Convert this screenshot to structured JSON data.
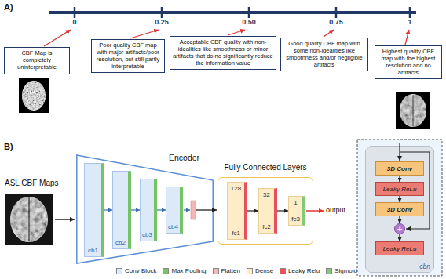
{
  "diagram": {
    "nodes": [
      {
        "text": [
          "CBF Map is completely uninterpretable"
        ]
      },
      {
        "text": [
          "Poor quality CBF map with major artifacts/poor resolution, but still partly interpretable"
        ]
      },
      {
        "text": [
          "Acceptable CBF quality with non-idealities like smoothness or minor artifacts that do no significantly reduce the information value"
        ]
      },
      {
        "text": [
          "Good quality CBF map with some non-idealities like smoothness and/or negligible artifacts"
        ]
      },
      {
        "text": [
          "Highest quality CBF map with the highest resolution and no artifacts"
        ]
      },
      {
        "text": [
          "Encoder"
        ]
      },
      {
        "text": [
          "cb1"
        ],
        "in": 5
      },
      {
        "text": [
          "cb2"
        ],
        "in": 5
      },
      {
        "text": [
          "cb3"
        ],
        "in": 5
      },
      {
        "text": [
          "cb4"
        ],
        "in": 5
      },
      {
        "text": [
          "Fully Connected Layers"
        ]
      },
      {
        "text": [
          "128",
          "fc1"
        ],
        "in": 10
      },
      {
        "text": [
          "32",
          "fc2"
        ],
        "in": 10
      },
      {
        "text": [
          "1",
          "fc3"
        ],
        "in": 10
      },
      {
        "text": [
          "cbn"
        ]
      },
      {
        "text": [
          "3D Conv"
        ],
        "in": 14
      },
      {
        "text": [
          "Leaky ReLu"
        ],
        "in": 14
      },
      {
        "text": [
          "3D Conv"
        ],
        "in": 14
      },
      {
        "text": [
          "+"
        ],
        "in": 14
      },
      {
        "text": [
          "Leaky ReLu"
        ],
        "in": 14
      }
    ],
    "edges": [
      {
        "from": 6,
        "to": 7,
        "arrow": "to"
      },
      {
        "from": 7,
        "to": 8,
        "arrow": "to"
      },
      {
        "from": 8,
        "to": 9,
        "arrow": "to"
      },
      {
        "from": 11,
        "to": 12,
        "arrow": "to"
      },
      {
        "from": 12,
        "to": 13,
        "arrow": "to"
      },
      {
        "from": 15,
        "to": 16,
        "arrow": "to"
      },
      {
        "from": 16,
        "to": 17,
        "arrow": "to"
      },
      {
        "from": 17,
        "to": 18,
        "arrow": "to"
      },
      {
        "from": 18,
        "to": 19,
        "arrow": "to"
      }
    ],
    "labels": [
      "A)",
      "0",
      "0.25",
      "0.50",
      "0.75",
      "1",
      "B)",
      "ASL CBF Maps",
      "output"
    ],
    "legend": [
      {
        "text": "Conv Block",
        "color": "#dce9f8"
      },
      {
        "text": "Max Pooling",
        "color": "#74c365"
      },
      {
        "text": "Flatten",
        "color": "#f4b6b6"
      },
      {
        "text": "Dense",
        "color": "#fdecc8"
      },
      {
        "text": "Leaky Relu",
        "color": "#e8505b"
      },
      {
        "text": "Sigmoid",
        "color": "#82c97a"
      }
    ]
  }
}
